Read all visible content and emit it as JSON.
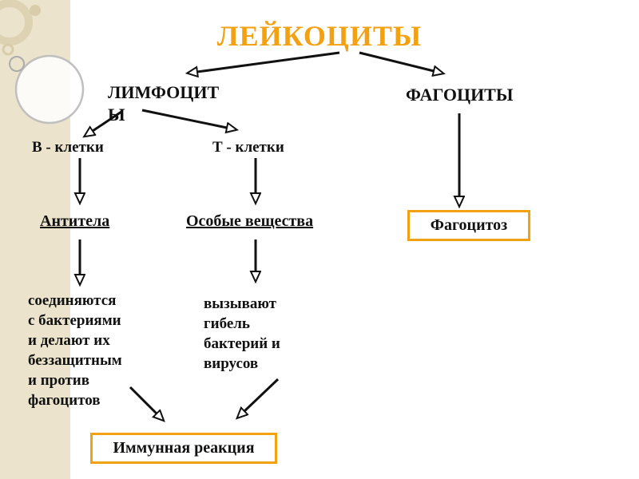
{
  "slide": {
    "title": "ЛЕЙКОЦИТЫ"
  },
  "colors": {
    "accent": "#F2A112",
    "strip": "#EBE3CC",
    "text": "#111111"
  },
  "nodes": {
    "lymphocytes": "ЛИМФОЦИТЫ",
    "phagocytes": "ФАГОЦИТЫ",
    "b_cells": "В - клетки",
    "t_cells": "Т - клетки",
    "antibodies": "Антитела",
    "special_substances": "Особые вещества",
    "phagocytosis": "Фагоцитоз",
    "antibodies_effect": "соединяются\nс бактериями\nи делают их\nбеззащитным\nи против\nфагоцитов",
    "substances_effect": "вызывают\nгибель\nбактерий и\nвирусов",
    "immune_reaction": "Иммунная реакция"
  }
}
